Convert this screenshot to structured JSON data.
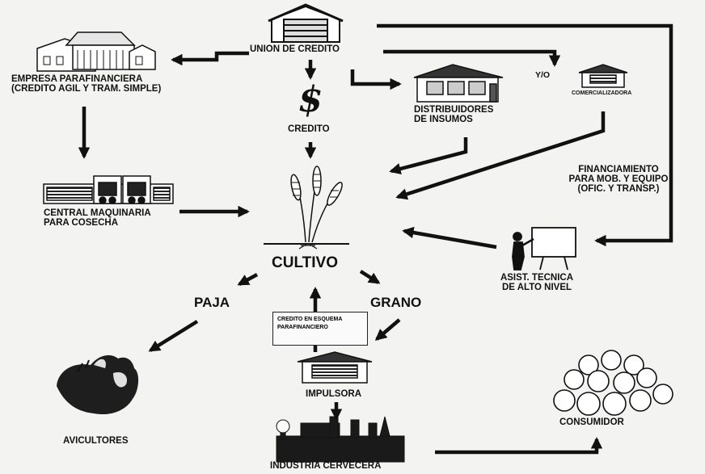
{
  "nodes": {
    "union": {
      "label": "UNION DE CREDITO"
    },
    "empresa": {
      "line1": "EMPRESA PARAFINANCIERA",
      "line2": "(CREDITO AGIL Y TRAM. SIMPLE)"
    },
    "credito": {
      "symbol": "$",
      "label": "CREDITO"
    },
    "distribuidores": {
      "line1": "DISTRIBUIDORES",
      "line2": "DE INSUMOS"
    },
    "yo": {
      "label": "Y/O"
    },
    "comercializadora": {
      "label": "COMERCIALIZADORA"
    },
    "financiamiento": {
      "line1": "FINANCIAMIENTO",
      "line2": "PARA MOB. Y EQUIPO",
      "line3": "(OFIC. Y TRANSP.)"
    },
    "central": {
      "line1": "CENTRAL MAQUINARIA",
      "line2": "PARA COSECHA"
    },
    "cultivo": {
      "label": "CULTIVO"
    },
    "asist": {
      "line1": "ASIST. TECNICA",
      "line2": "DE ALTO NIVEL"
    },
    "paja": {
      "label": "PAJA"
    },
    "grano": {
      "label": "GRANO"
    },
    "esquema": {
      "line1": "CREDITO EN ESQUEMA",
      "line2": "PARAFINANCIERO"
    },
    "impulsora": {
      "label": "IMPULSORA"
    },
    "avicultores": {
      "label": "AVICULTORES"
    },
    "industria": {
      "label": "INDUSTRIA CERVECERA"
    },
    "consumidor": {
      "label": "CONSUMIDOR"
    }
  },
  "colors": {
    "ink": "#111111",
    "background": "#f3f3f1",
    "fill_light": "#d9d9d9",
    "fill_dark": "#2a2a2a"
  },
  "icons": [
    "warehouse-icon",
    "farm-building-icon",
    "dollar-sign-icon",
    "store-icon",
    "shop-icon",
    "machinery-icon",
    "wheat-icon",
    "teacher-board-icon",
    "chicken-icon",
    "factory-icon",
    "crowd-icon"
  ]
}
